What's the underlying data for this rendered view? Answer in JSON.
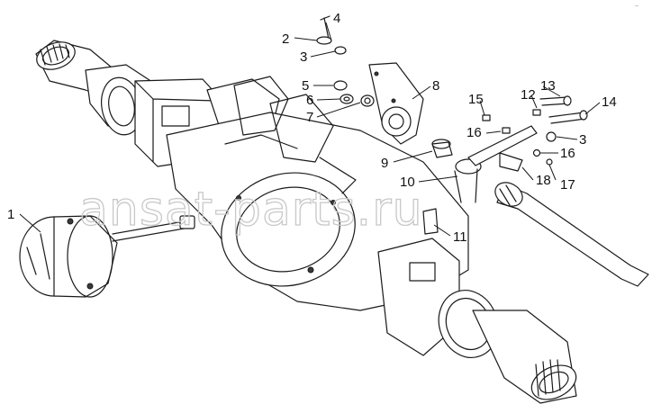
{
  "diagram": {
    "watermark": "ansat-parts.ru",
    "corner_mark": "~",
    "callouts": [
      {
        "id": "1",
        "label": "1"
      },
      {
        "id": "2",
        "label": "2"
      },
      {
        "id": "3a",
        "label": "3"
      },
      {
        "id": "3b",
        "label": "3"
      },
      {
        "id": "4",
        "label": "4"
      },
      {
        "id": "5",
        "label": "5"
      },
      {
        "id": "6",
        "label": "6"
      },
      {
        "id": "7",
        "label": "7"
      },
      {
        "id": "8",
        "label": "8"
      },
      {
        "id": "9",
        "label": "9"
      },
      {
        "id": "10",
        "label": "10"
      },
      {
        "id": "11",
        "label": "11"
      },
      {
        "id": "12",
        "label": "12"
      },
      {
        "id": "13",
        "label": "13"
      },
      {
        "id": "14",
        "label": "14"
      },
      {
        "id": "15",
        "label": "15"
      },
      {
        "id": "16a",
        "label": "16"
      },
      {
        "id": "16b",
        "label": "16"
      },
      {
        "id": "17",
        "label": "17"
      },
      {
        "id": "18",
        "label": "18"
      }
    ]
  }
}
